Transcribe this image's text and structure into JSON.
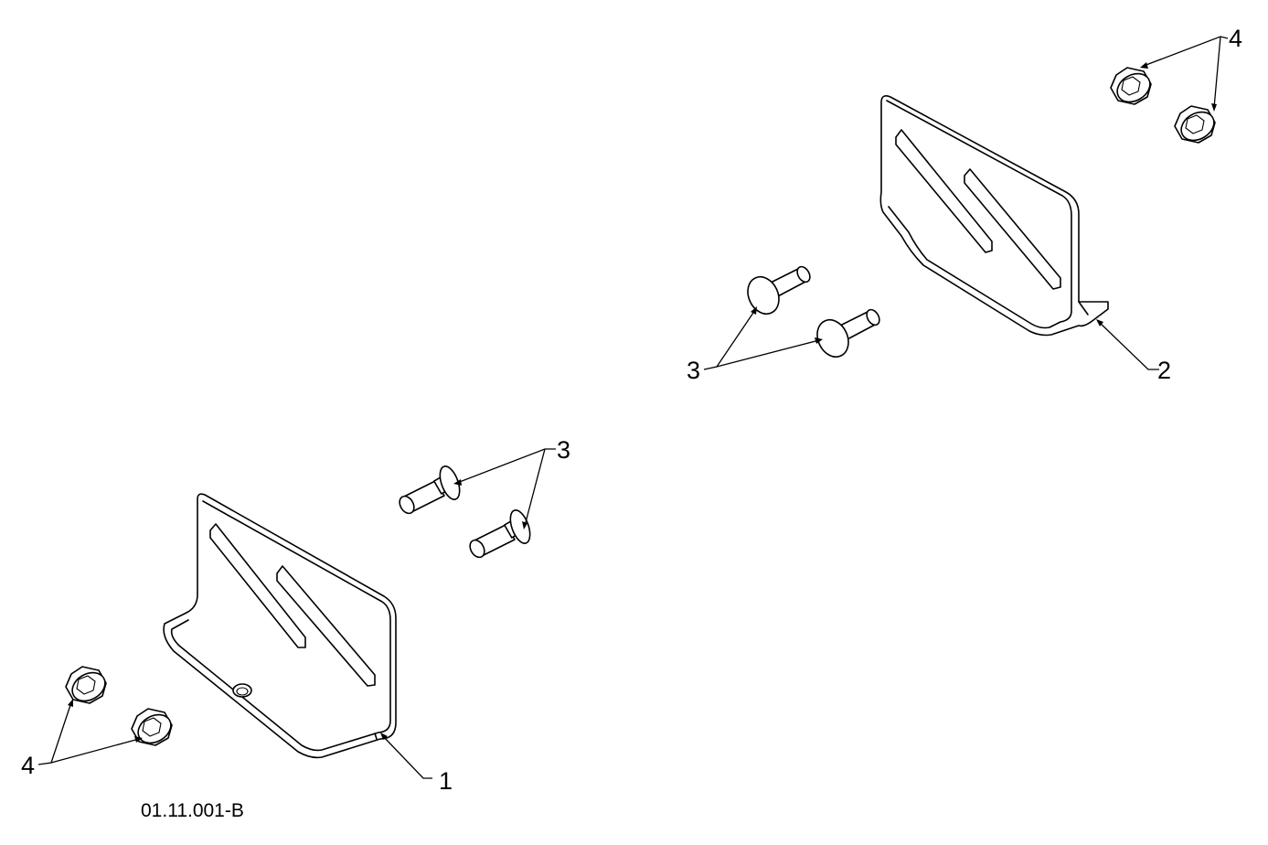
{
  "drawing_code": "01.11.001-B",
  "callouts": {
    "part_1": "1",
    "part_2": "2",
    "part_3_left": "3",
    "part_3_right": "3",
    "part_4_left": "4",
    "part_4_right": "4"
  },
  "icons": {
    "plate": "skid-plate-icon",
    "bolt": "carriage-bolt-icon",
    "nut": "flange-nut-icon"
  }
}
